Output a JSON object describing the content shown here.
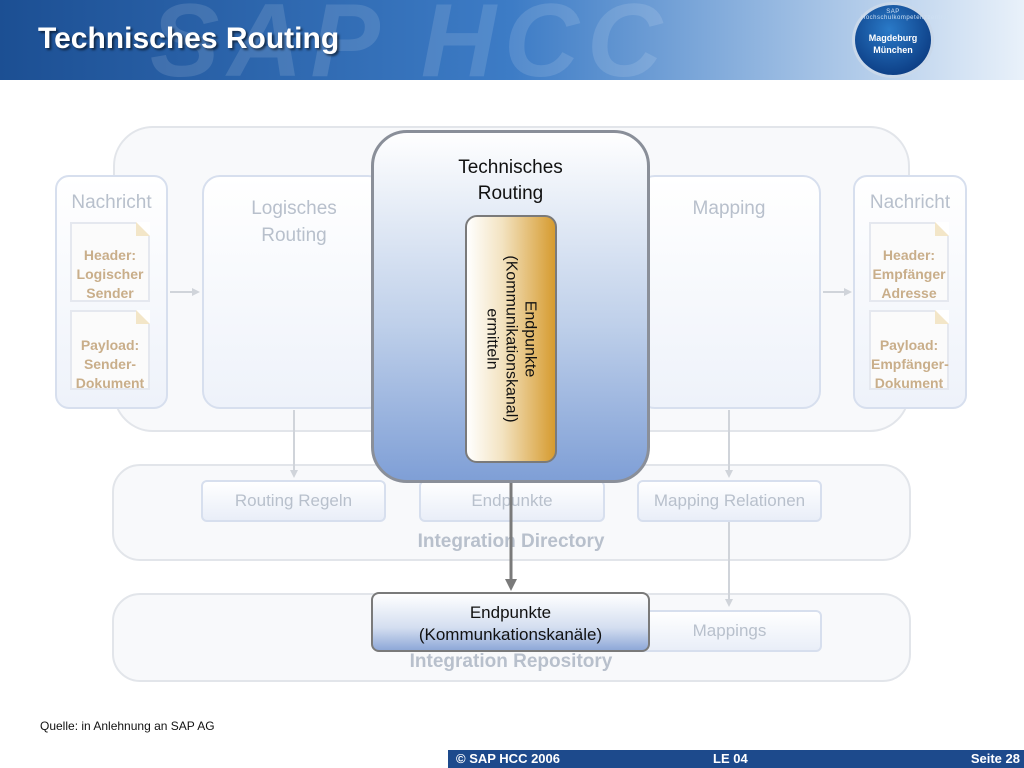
{
  "header": {
    "title": "Technisches Routing",
    "watermark": "SAP HCC",
    "logo": {
      "ring_text": "SAP Hochschulkompetenzzentrum",
      "line1": "Magdeburg",
      "line2": "München"
    }
  },
  "diagram": {
    "left_message": {
      "title": "Nachricht",
      "header_doc": [
        "Header:",
        "Logischer",
        "Sender"
      ],
      "payload_doc": [
        "Payload:",
        "Sender-",
        "Dokument"
      ]
    },
    "logical_routing": {
      "title": [
        "Logisches",
        "Routing"
      ]
    },
    "technical_routing": {
      "title": [
        "Technisches",
        "Routing"
      ],
      "step": [
        "Endpunkte",
        "(Kommunikationskanal)",
        "ermitteln"
      ]
    },
    "mapping": {
      "title": "Mapping"
    },
    "right_message": {
      "title": "Nachricht",
      "header_doc": [
        "Header:",
        "Empfänger",
        "Adresse"
      ],
      "payload_doc": [
        "Payload:",
        "Empfänger-",
        "Dokument"
      ]
    },
    "integration_directory": {
      "label": "Integration Directory",
      "items": [
        "Routing Regeln",
        "Endpunkte",
        "Mapping Relationen"
      ]
    },
    "integration_repository": {
      "label": "Integration Repository",
      "endpoint": [
        "Endpunkte",
        "(Kommunkationskanäle)"
      ],
      "mappings": "Mappings"
    }
  },
  "source": "Quelle: in Anlehnung an SAP AG",
  "footer": {
    "copyright": "© SAP HCC 2006",
    "lesson": "LE 04",
    "page": "Seite 28"
  },
  "colors": {
    "banner": "#1c4f93",
    "footer": "#1d4a8c",
    "highlight_blue": "#7f9fd6",
    "highlight_gold": "#d69b2f",
    "faded": "#b8c0cc"
  }
}
